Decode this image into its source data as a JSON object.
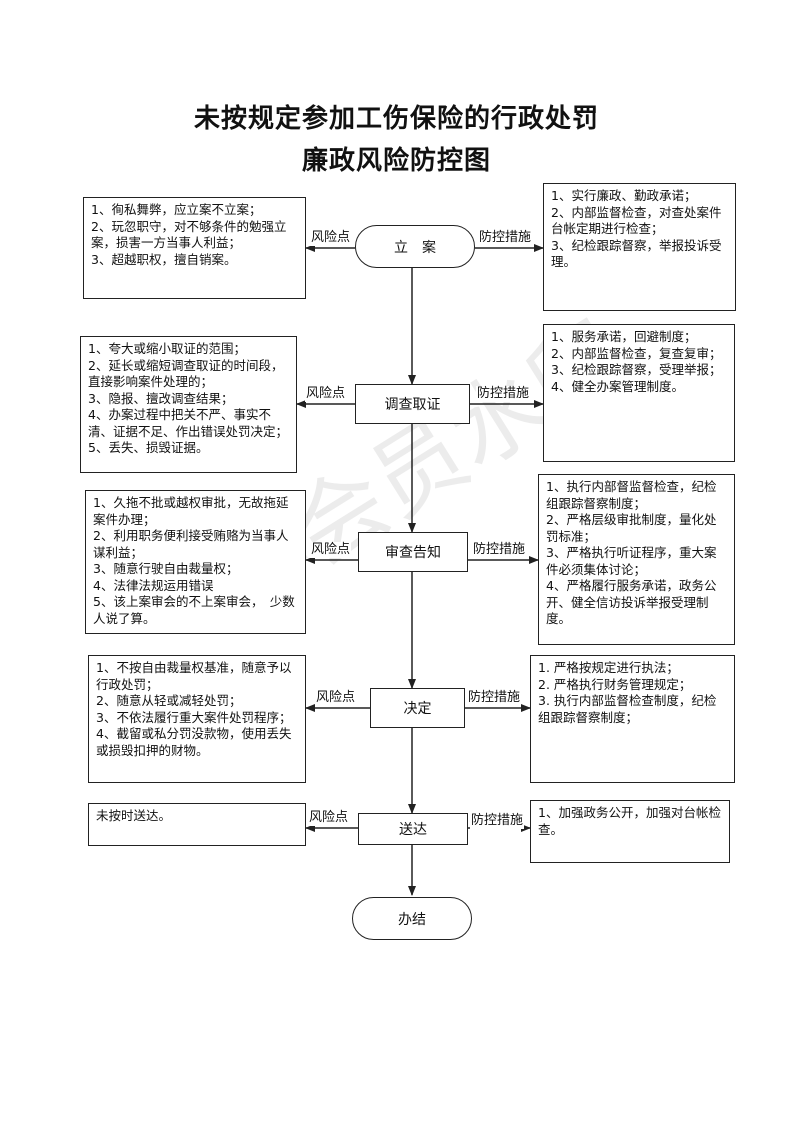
{
  "title": {
    "line1": "未按规定参加工伤保险的行政处罚",
    "line2": "廉政风险防控图"
  },
  "labels": {
    "risk": "风险点",
    "control": "防控措施"
  },
  "watermark": "非会员水印",
  "steps": [
    {
      "name": "立　案",
      "risks": "1、徇私舞弊，应立案不立案；\n2、玩忽职守，对不够条件的勉强立案，损害一方当事人利益；\n3、超越职权，擅自销案。",
      "controls": "1、实行廉政、勤政承诺；\n2、内部监督检查，对查处案件台帐定期进行检查；\n3、纪检跟踪督察，举报投诉受理。"
    },
    {
      "name": "调查取证",
      "risks": "1、夸大或缩小取证的范围；\n2、延长或缩短调查取证的时间段，直接影响案件处理的；\n3、隐报、擅改调查结果；\n4、办案过程中把关不严、事实不清、证据不足、作出错误处罚决定；\n5、丢失、损毁证据。",
      "controls": "1、服务承诺，回避制度；\n2、内部监督检查，复查复审；\n3、纪检跟踪督察，受理举报；\n4、健全办案管理制度。"
    },
    {
      "name": "审查告知",
      "risks": "1、久拖不批或越权审批，无故拖延案件办理；\n2、利用职务便利接受贿赂为当事人谋利益；\n3、随意行驶自由裁量权；\n4、法律法规运用错误\n5、该上案审会的不上案审会，　少数人说了算。",
      "controls": "1、执行内部督监督检查，纪检组跟踪督察制度；\n2、严格层级审批制度，量化处罚标准；\n3、严格执行听证程序，重大案件必须集体讨论；\n4、严格履行服务承诺，政务公开、健全信访投诉举报受理制度。"
    },
    {
      "name": "决定",
      "risks": "1、不按自由裁量权基准，随意予以行政处罚；\n2、随意从轻或减轻处罚；\n3、不依法履行重大案件处罚程序；\n4、截留或私分罚没款物，使用丢失或损毁扣押的财物。",
      "controls": "1. 严格按规定进行执法；\n2. 严格执行财务管理规定；\n3. 执行内部监督检查制度，纪检组跟踪督察制度；"
    },
    {
      "name": "送达",
      "risks": "未按时送达。",
      "controls": "1、加强政务公开，加强对台帐检查。"
    },
    {
      "name": "办结"
    }
  ]
}
